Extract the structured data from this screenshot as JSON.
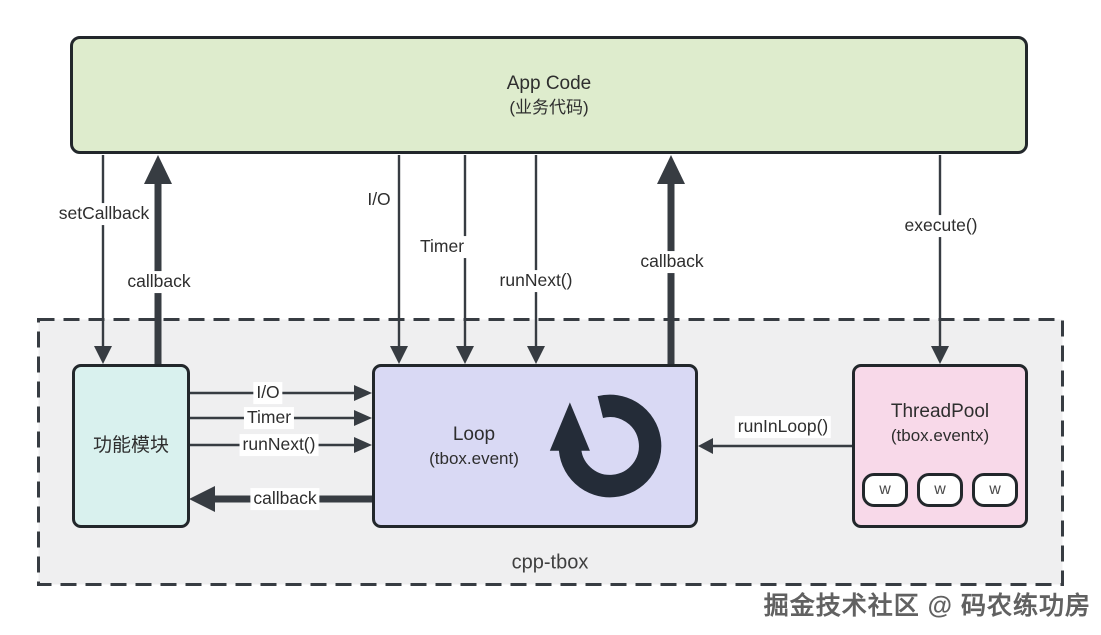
{
  "boxes": {
    "app_code": {
      "title": "App Code",
      "subtitle": "(业务代码)"
    },
    "container": {
      "label": "cpp-tbox"
    },
    "module": {
      "label": "功能模块"
    },
    "loop": {
      "title": "Loop",
      "subtitle": "(tbox.event)"
    },
    "threadpool": {
      "title": "ThreadPool",
      "subtitle": "(tbox.eventx)",
      "workers": [
        "w",
        "w",
        "w"
      ]
    }
  },
  "labels": {
    "set_callback": "setCallback",
    "callback_up_left": "callback",
    "io_vertical": "I/O",
    "timer_vertical": "Timer",
    "run_next_vertical": "runNext()",
    "callback_up_right": "callback",
    "execute": "execute()",
    "io_horizontal": "I/O",
    "timer_horizontal": "Timer",
    "run_next_horizontal": "runNext()",
    "callback_horizontal": "callback",
    "run_in_loop": "runInLoop()"
  },
  "watermark": "掘金技术社区 @ 码农练功房",
  "colors": {
    "app_code_fill": "#deeccd",
    "module_fill": "#d9f1ee",
    "loop_fill": "#d9d9f4",
    "threadpool_fill": "#f8d9e9",
    "container_fill": "#efeff0",
    "line": "#373c42",
    "border": "#22272b"
  }
}
